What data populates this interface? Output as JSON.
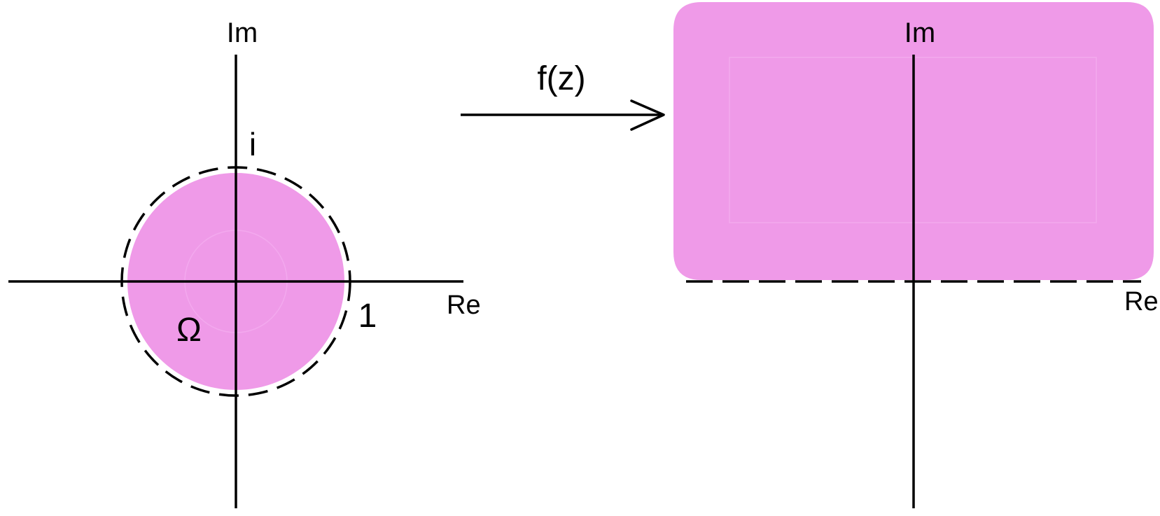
{
  "left_plane": {
    "axis_im_label": "Im",
    "axis_re_label": "Re",
    "point_i_label": "i",
    "point_one_label": "1",
    "domain_label": "Ω",
    "region_color": "#EF9AE8",
    "boundary_style": "dashed"
  },
  "mapping": {
    "label": "f(z)"
  },
  "right_plane": {
    "axis_im_label": "Im",
    "axis_re_label": "Re",
    "region_color": "#EF9AE8",
    "boundary_style": "dashed"
  }
}
